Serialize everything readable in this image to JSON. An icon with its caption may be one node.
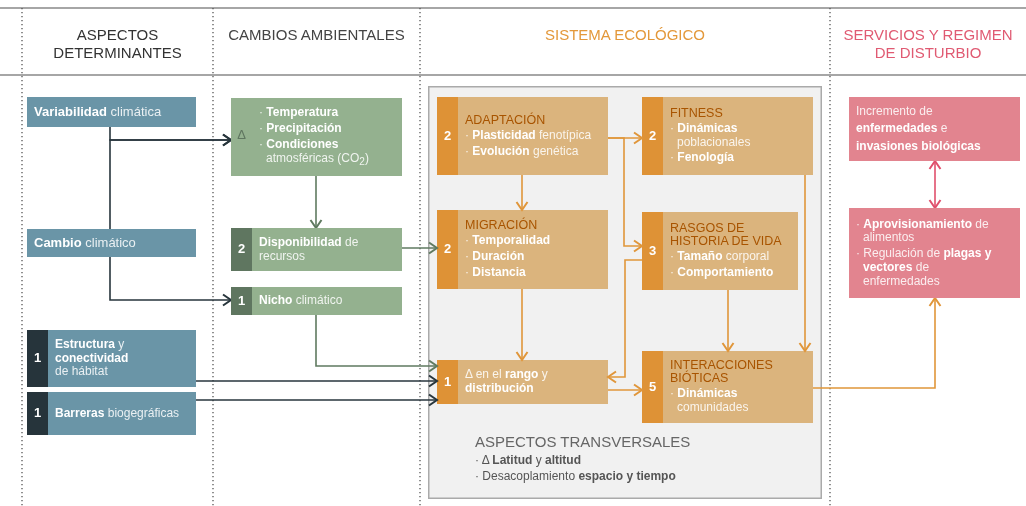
{
  "diagram": {
    "nodes": [
      {
        "text": [
          "**Variabilidad** climática"
        ]
      },
      {
        "text": [
          "**Cambio** climático"
        ]
      },
      {
        "text": [
          "1",
          "**Estructura** y **conectividad** de hábitat"
        ]
      },
      {
        "text": [
          "1",
          "**Barreras** biogegráficas"
        ]
      },
      {
        "text": [
          "Δ",
          "· **Temperatura**",
          "· **Precipitación**",
          "· **Condiciones** atmosféricas (CO$_{2}$)"
        ]
      },
      {
        "text": [
          "2",
          "**Disponibilidad** de recursos"
        ]
      },
      {
        "text": [
          "1",
          "**Nicho** climático"
        ]
      },
      {
        "text": [
          "ASPECTOS TRANSVERSALES",
          "· Δ **Latitud** y **altitud**",
          "· Desacoplamiento **espacio y tiempo**"
        ]
      },
      {
        "text": [
          "2",
          "ADAPTACIÓN",
          "· **Plasticidad** fenotípica",
          "· **Evolución** genética"
        ],
        "in": 7
      },
      {
        "text": [
          "2",
          "FITNESS",
          "· **Dinámicas** poblacionales",
          "· **Fenología**"
        ],
        "in": 7
      },
      {
        "text": [
          "2",
          "MIGRACIÓN",
          "· **Temporalidad**",
          "· **Duración**",
          "· **Distancia**"
        ],
        "in": 7
      },
      {
        "text": [
          "3",
          "RASGOS DE HISTORIA DE VIDA",
          "· **Tamaño** corporal",
          "· **Comportamiento**"
        ],
        "in": 7
      },
      {
        "text": [
          "1",
          "Δ en el **rango** y **distribución**"
        ],
        "in": 7
      },
      {
        "text": [
          "5",
          "INTERACCIONES BIÓTICAS",
          "· **Dinámicas** comunidades"
        ],
        "in": 7
      },
      {
        "text": [
          "Incremento de **enfermedades** e **invasiones biológicas**"
        ]
      },
      {
        "text": [
          "· **Aprovisionamiento** de alimentos",
          "· Regulación de **plagas y vectores** de enfermedades"
        ]
      }
    ],
    "edges": [
      {
        "from": 0,
        "to": 4,
        "arrow": "to",
        "color": "#27353c"
      },
      {
        "from": 1,
        "to": 4,
        "arrow": "to",
        "color": "#27353c"
      },
      {
        "from": 1,
        "to": 6,
        "arrow": "to",
        "color": "#27353c"
      },
      {
        "from": 4,
        "to": 5,
        "arrow": "to",
        "color": "#5f7a60"
      },
      {
        "from": 5,
        "to": 10,
        "arrow": "to",
        "color": "#5f7a60"
      },
      {
        "from": 6,
        "to": 12,
        "arrow": "to",
        "color": "#5f7a60"
      },
      {
        "from": 2,
        "to": 12,
        "arrow": "to",
        "color": "#27353c"
      },
      {
        "from": 3,
        "to": 12,
        "arrow": "to",
        "color": "#27353c"
      },
      {
        "from": 8,
        "to": 10,
        "arrow": "to"
      },
      {
        "from": 8,
        "to": 9,
        "arrow": "to"
      },
      {
        "from": 8,
        "to": 11,
        "arrow": "to"
      },
      {
        "from": 11,
        "to": 12,
        "arrow": "to"
      },
      {
        "from": 10,
        "to": 12,
        "arrow": "to"
      },
      {
        "from": 12,
        "to": 13,
        "arrow": "to"
      },
      {
        "from": 11,
        "to": 13,
        "arrow": "to"
      },
      {
        "from": 9,
        "to": 13,
        "arrow": "to"
      },
      {
        "from": 13,
        "to": 15,
        "arrow": "to"
      },
      {
        "from": 14,
        "to": 15,
        "arrow": "both",
        "color": "#e0506c"
      }
    ],
    "labels": [
      "ASPECTOS DETERMINANTES",
      "CAMBIOS AMBIENTALES",
      "SISTEMA ECOLÓGICO",
      "SERVICIOS Y REGIMEN DE DISTURBIO"
    ]
  }
}
